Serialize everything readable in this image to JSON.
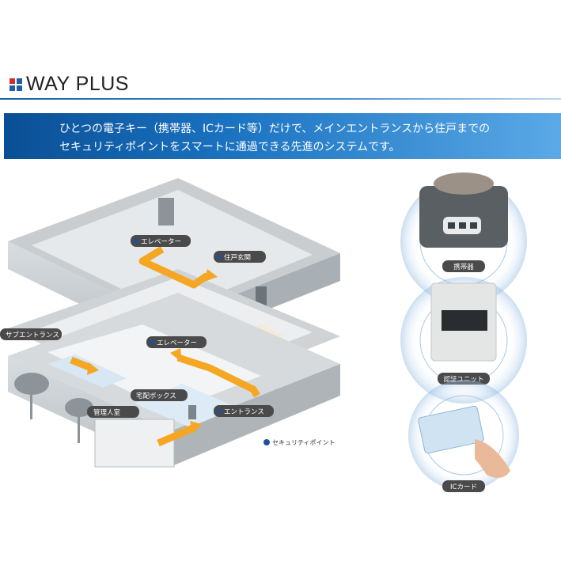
{
  "header": {
    "title": "WAY PLUS"
  },
  "banner": {
    "line1": "ひとつの電子キー（携帯器、ICカード等）だけで、メインエントランスから住戸までの",
    "line2": "セキュリティポイントをスマートに通過できる先進のシステムです。"
  },
  "building_labels": {
    "elevator_top": "エレベーター",
    "entrance_door": "住戸玄関",
    "sub_entrance": "サブエントランス",
    "elevator_mid": "エレベーター",
    "delivery_box": "宅配ボックス",
    "manager_room": "管理人室",
    "entrance": "エントランス"
  },
  "legend": {
    "label": "セキュリティポイント"
  },
  "devices": {
    "portable": "携帯器",
    "unit": "認証ユニット",
    "card": "ICカード"
  },
  "colors": {
    "accent": "#1c5fa8",
    "path": "#f5a623",
    "pill": "#4a4a4a",
    "point": "#1f4fa0"
  }
}
